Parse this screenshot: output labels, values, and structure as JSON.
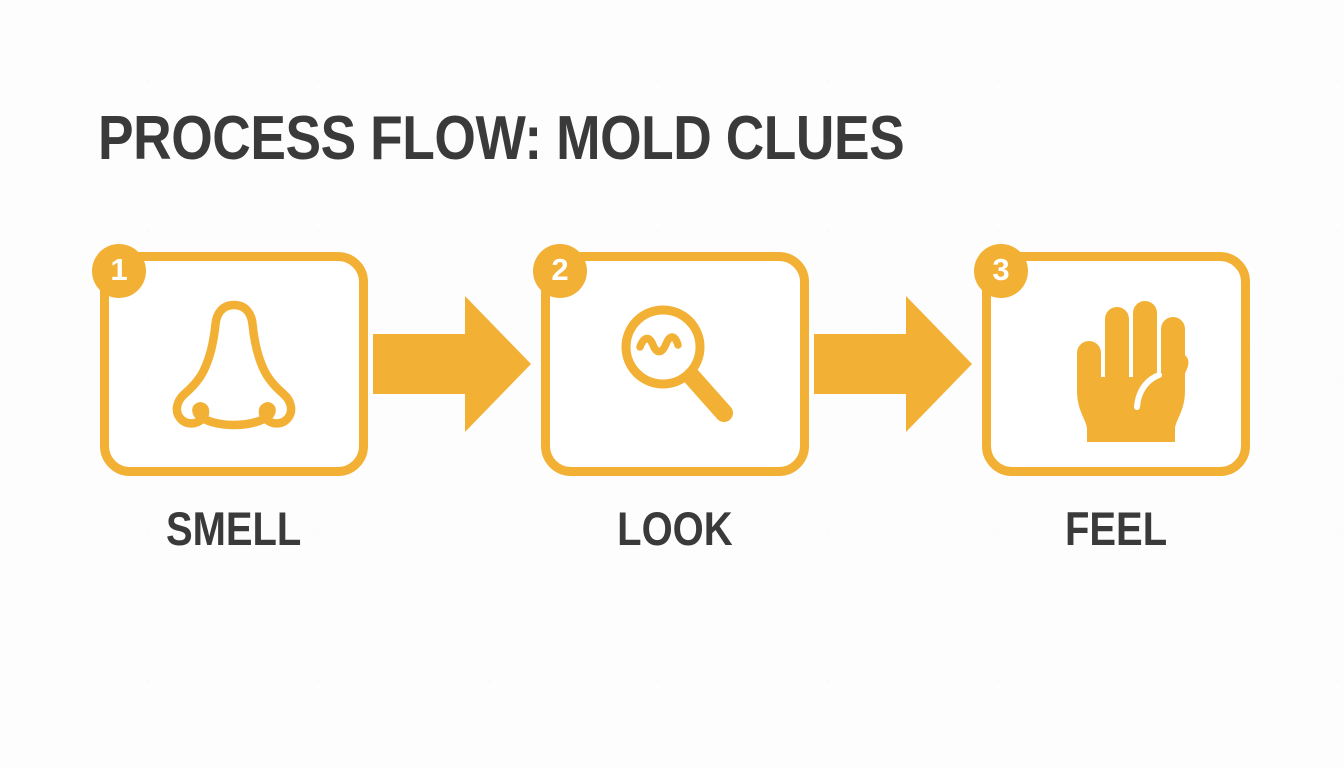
{
  "title": "PROCESS FLOW: MOLD CLUES",
  "colors": {
    "accent": "#f2b134",
    "text": "#3a3a3a",
    "background": "#fdfdfd",
    "card_fill": "#ffffff",
    "badge_text": "#ffffff"
  },
  "flow": {
    "steps": [
      {
        "number": "1",
        "label": "SMELL",
        "icon": "nose-icon"
      },
      {
        "number": "2",
        "label": "LOOK",
        "icon": "magnifier-icon"
      },
      {
        "number": "3",
        "label": "FEEL",
        "icon": "hand-icon"
      }
    ],
    "connectors": [
      {
        "icon": "arrow-right-icon"
      },
      {
        "icon": "arrow-right-icon"
      }
    ]
  }
}
